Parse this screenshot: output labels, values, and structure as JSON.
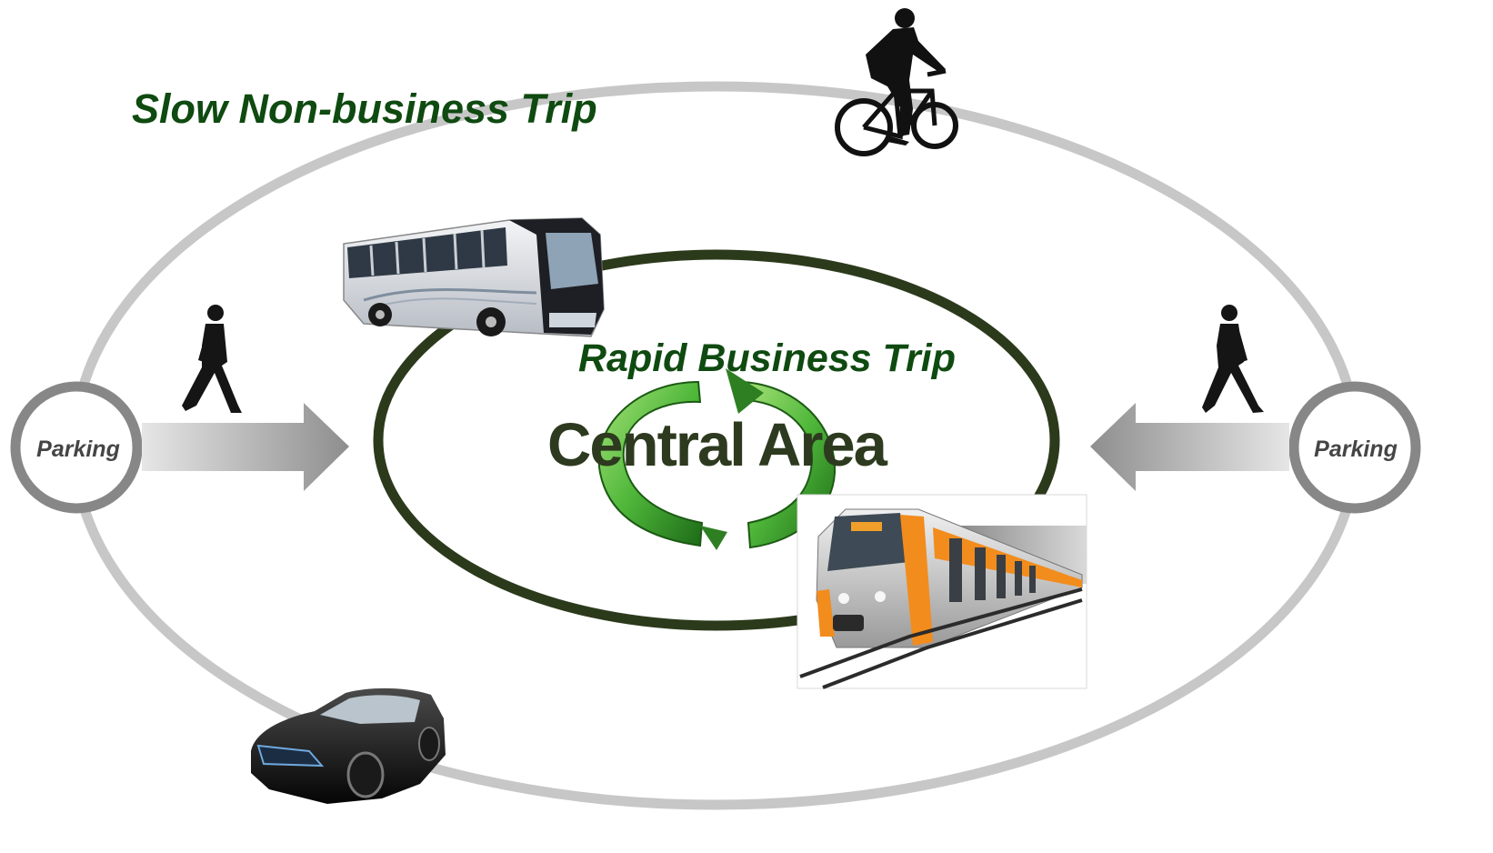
{
  "outer_ring": {
    "label": "Slow Non-business Trip",
    "color": "#c7c7c7",
    "label_color": "#0f4a10"
  },
  "inner_ring": {
    "label": "Rapid Business Trip",
    "color": "#2c3a1c",
    "label_color": "#0f4a10"
  },
  "center": {
    "label": "Central Area",
    "color": "#2d3a1f",
    "arrow_color": "#3fa32a"
  },
  "parking_left": {
    "label": "Parking"
  },
  "parking_right": {
    "label": "Parking"
  },
  "icons": {
    "bicycle": "bicyclist-icon",
    "bus": "bus-icon",
    "train": "train-icon",
    "car": "car-icon",
    "walker_left": "pedestrian-icon",
    "walker_right": "pedestrian-icon"
  }
}
